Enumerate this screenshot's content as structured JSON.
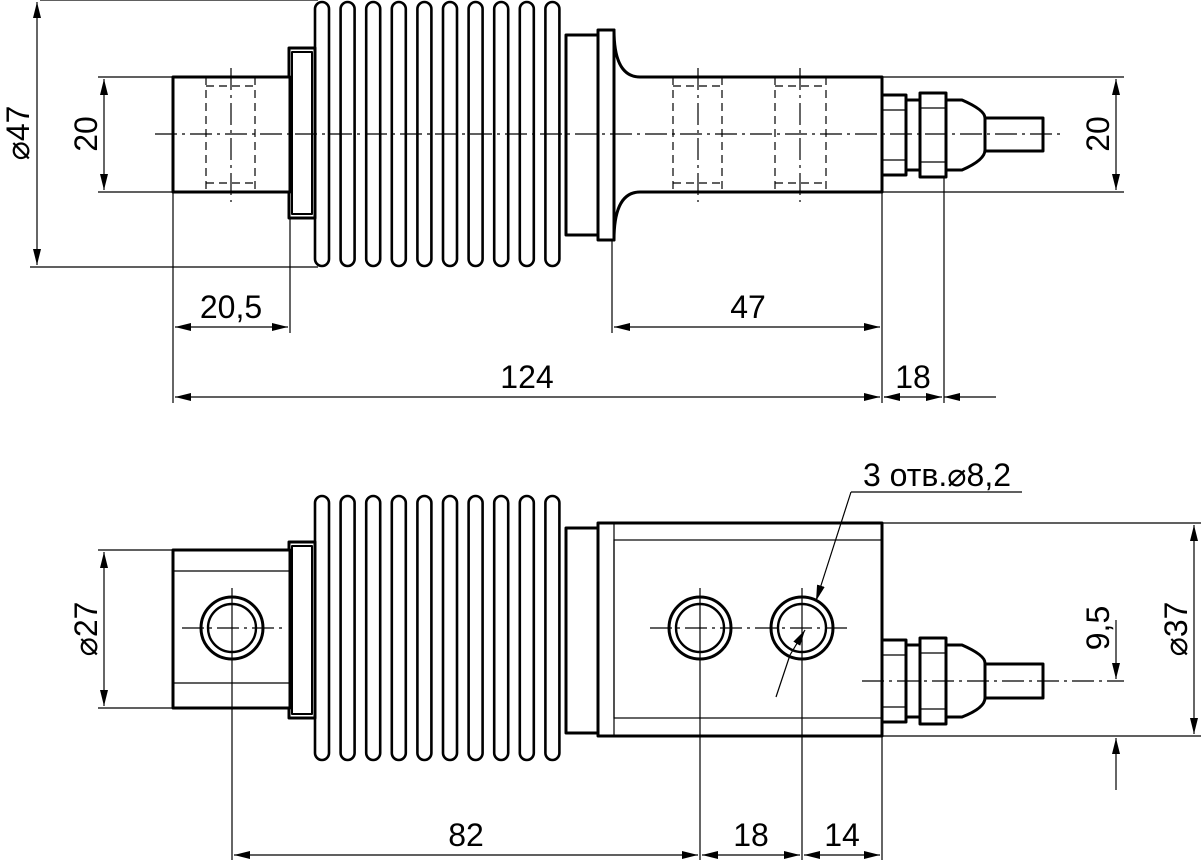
{
  "top_view": {
    "dim_outer_diameter": "⌀47",
    "dim_left_height": "20",
    "dim_right_height": "20",
    "dim_left_length": "20,5",
    "dim_right_length": "47",
    "dim_total_length": "124",
    "dim_cable_offset": "18"
  },
  "bottom_view": {
    "callout_holes": "3 отв.⌀8,2",
    "dim_left_diameter": "⌀27",
    "dim_height": "⌀37",
    "dim_cable_offset": "9,5",
    "dim_hole_1": "82",
    "dim_hole_2": "18",
    "dim_hole_3": "14"
  }
}
